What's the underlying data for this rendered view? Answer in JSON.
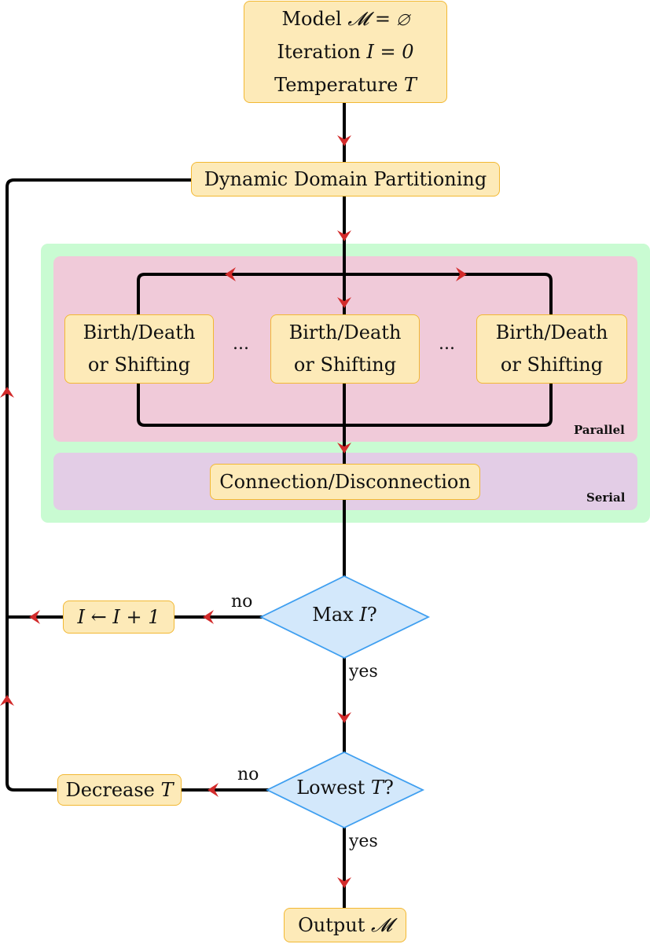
{
  "colors": {
    "box_fill": "#fdeab8",
    "box_border": "#f2b833",
    "decision_fill": "#d3e8fb",
    "decision_border": "#3f9ff0",
    "parallel_region": "#f0cad9",
    "serial_region": "#e3cde6",
    "outer_region": "#c9fbd2",
    "arrow": "#d22b2b",
    "line": "#000000"
  },
  "init": {
    "model": "Model ",
    "model_math": "𝓜 = ∅",
    "iteration": "Iteration ",
    "iteration_math": "I = 0",
    "temperature": "Temperature ",
    "temperature_math": "T"
  },
  "partition": {
    "label": "Dynamic Domain Partitioning"
  },
  "workers": [
    {
      "line1": "Birth/Death",
      "line2": "or Shifting"
    },
    {
      "line1": "Birth/Death",
      "line2": "or Shifting"
    },
    {
      "line1": "Birth/Death",
      "line2": "or Shifting"
    }
  ],
  "ellipsis": "...",
  "connection": {
    "label": "Connection/Disconnection"
  },
  "regions": {
    "parallel": "Parallel",
    "serial": "Serial"
  },
  "decision_iter": {
    "label": "Max ",
    "math": "I",
    "suffix": "?"
  },
  "increment": {
    "math": "I ← I + 1"
  },
  "decision_temp": {
    "label": "Lowest ",
    "math": "T",
    "suffix": "?"
  },
  "decrease": {
    "label": "Decrease ",
    "math": "T"
  },
  "output": {
    "label": "Output ",
    "math": "𝓜"
  },
  "edge_labels": {
    "no": "no",
    "yes": "yes"
  }
}
